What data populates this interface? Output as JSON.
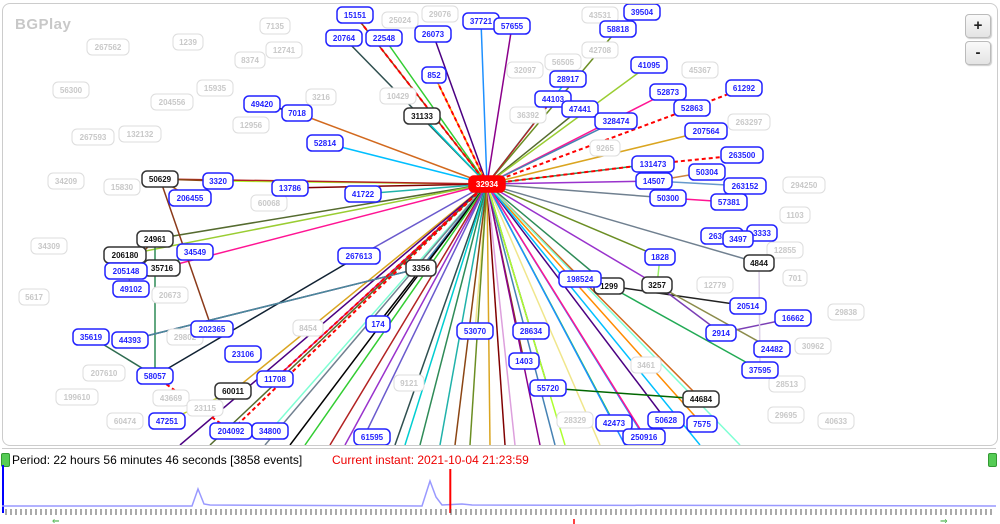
{
  "app": {
    "title": "BGPlay"
  },
  "controls": {
    "zoom_in": "+",
    "zoom_out": "-"
  },
  "graph": {
    "target": {
      "label": "32934",
      "color": "#ff0000"
    },
    "nodes": [
      {
        "label": "15151",
        "state": "active"
      },
      {
        "label": "20764",
        "state": "active"
      },
      {
        "label": "22548",
        "state": "active"
      },
      {
        "label": "26073",
        "state": "active"
      },
      {
        "label": "852",
        "state": "active"
      },
      {
        "label": "37721",
        "state": "active"
      },
      {
        "label": "57655",
        "state": "active"
      },
      {
        "label": "39504",
        "state": "active"
      },
      {
        "label": "58818",
        "state": "active"
      },
      {
        "label": "28917",
        "state": "active"
      },
      {
        "label": "44103",
        "state": "active"
      },
      {
        "label": "47441",
        "state": "active"
      },
      {
        "label": "41095",
        "state": "active"
      },
      {
        "label": "52873",
        "state": "active"
      },
      {
        "label": "52863",
        "state": "active"
      },
      {
        "label": "61292",
        "state": "active"
      },
      {
        "label": "328474",
        "state": "active"
      },
      {
        "label": "207564",
        "state": "active"
      },
      {
        "label": "263500",
        "state": "active"
      },
      {
        "label": "131473",
        "state": "active"
      },
      {
        "label": "14507",
        "state": "active"
      },
      {
        "label": "50304",
        "state": "active"
      },
      {
        "label": "263152",
        "state": "active"
      },
      {
        "label": "50300",
        "state": "active"
      },
      {
        "label": "57381",
        "state": "active"
      },
      {
        "label": "49420",
        "state": "active"
      },
      {
        "label": "7018",
        "state": "active"
      },
      {
        "label": "52814",
        "state": "active"
      },
      {
        "label": "3320",
        "state": "active"
      },
      {
        "label": "206455",
        "state": "active"
      },
      {
        "label": "13786",
        "state": "active"
      },
      {
        "label": "41722",
        "state": "active"
      },
      {
        "label": "205148",
        "state": "active"
      },
      {
        "label": "34549",
        "state": "active"
      },
      {
        "label": "49102",
        "state": "active"
      },
      {
        "label": "35619",
        "state": "active"
      },
      {
        "label": "44393",
        "state": "active"
      },
      {
        "label": "202365",
        "state": "active"
      },
      {
        "label": "58057",
        "state": "active"
      },
      {
        "label": "23106",
        "state": "active"
      },
      {
        "label": "267613",
        "state": "active"
      },
      {
        "label": "174",
        "state": "active"
      },
      {
        "label": "11708",
        "state": "active"
      },
      {
        "label": "47251",
        "state": "active"
      },
      {
        "label": "204092",
        "state": "active"
      },
      {
        "label": "34800",
        "state": "active"
      },
      {
        "label": "61595",
        "state": "active"
      },
      {
        "label": "53070",
        "state": "active"
      },
      {
        "label": "28634",
        "state": "active"
      },
      {
        "label": "1403",
        "state": "active"
      },
      {
        "label": "55720",
        "state": "active"
      },
      {
        "label": "42473",
        "state": "active"
      },
      {
        "label": "50628",
        "state": "active"
      },
      {
        "label": "7575",
        "state": "active"
      },
      {
        "label": "250916",
        "state": "active"
      },
      {
        "label": "198524",
        "state": "active"
      },
      {
        "label": "1828",
        "state": "active"
      },
      {
        "label": "2914",
        "state": "active"
      },
      {
        "label": "16662",
        "state": "active"
      },
      {
        "label": "24482",
        "state": "active"
      },
      {
        "label": "37595",
        "state": "active"
      },
      {
        "label": "20514",
        "state": "active"
      },
      {
        "label": "3333",
        "state": "active"
      },
      {
        "label": "263237",
        "state": "active"
      },
      {
        "label": "3497",
        "state": "active"
      },
      {
        "label": "31133",
        "state": "transit"
      },
      {
        "label": "50629",
        "state": "transit"
      },
      {
        "label": "24961",
        "state": "transit"
      },
      {
        "label": "206180",
        "state": "transit"
      },
      {
        "label": "35716",
        "state": "transit"
      },
      {
        "label": "3356",
        "state": "transit"
      },
      {
        "label": "60011",
        "state": "transit"
      },
      {
        "label": "1299",
        "state": "transit"
      },
      {
        "label": "3257",
        "state": "transit"
      },
      {
        "label": "4844",
        "state": "transit"
      },
      {
        "label": "44684",
        "state": "transit"
      },
      {
        "label": "7135",
        "state": "inactive"
      },
      {
        "label": "1239",
        "state": "inactive"
      },
      {
        "label": "267562",
        "state": "inactive"
      },
      {
        "label": "8374",
        "state": "inactive"
      },
      {
        "label": "12741",
        "state": "inactive"
      },
      {
        "label": "56300",
        "state": "inactive"
      },
      {
        "label": "15935",
        "state": "inactive"
      },
      {
        "label": "204556",
        "state": "inactive"
      },
      {
        "label": "3216",
        "state": "inactive"
      },
      {
        "label": "12956",
        "state": "inactive"
      },
      {
        "label": "267593",
        "state": "inactive"
      },
      {
        "label": "132132",
        "state": "inactive"
      },
      {
        "label": "34209",
        "state": "inactive"
      },
      {
        "label": "15830",
        "state": "inactive"
      },
      {
        "label": "60068",
        "state": "inactive"
      },
      {
        "label": "29076",
        "state": "inactive"
      },
      {
        "label": "25024",
        "state": "inactive"
      },
      {
        "label": "10429",
        "state": "inactive"
      },
      {
        "label": "43531",
        "state": "inactive"
      },
      {
        "label": "42708",
        "state": "inactive"
      },
      {
        "label": "32097",
        "state": "inactive"
      },
      {
        "label": "56505",
        "state": "inactive"
      },
      {
        "label": "45367",
        "state": "inactive"
      },
      {
        "label": "36392",
        "state": "inactive"
      },
      {
        "label": "263297",
        "state": "inactive"
      },
      {
        "label": "9265",
        "state": "inactive"
      },
      {
        "label": "294250",
        "state": "inactive"
      },
      {
        "label": "1103",
        "state": "inactive"
      },
      {
        "label": "12855",
        "state": "inactive"
      },
      {
        "label": "701",
        "state": "inactive"
      },
      {
        "label": "29838",
        "state": "inactive"
      },
      {
        "label": "30962",
        "state": "inactive"
      },
      {
        "label": "28513",
        "state": "inactive"
      },
      {
        "label": "29695",
        "state": "inactive"
      },
      {
        "label": "40633",
        "state": "inactive"
      },
      {
        "label": "34309",
        "state": "inactive"
      },
      {
        "label": "5617",
        "state": "inactive"
      },
      {
        "label": "207610",
        "state": "inactive"
      },
      {
        "label": "199610",
        "state": "inactive"
      },
      {
        "label": "43669",
        "state": "inactive"
      },
      {
        "label": "23115",
        "state": "inactive"
      },
      {
        "label": "60474",
        "state": "inactive"
      },
      {
        "label": "20673",
        "state": "inactive"
      },
      {
        "label": "29802",
        "state": "inactive"
      },
      {
        "label": "8454",
        "state": "inactive"
      },
      {
        "label": "28329",
        "state": "inactive"
      },
      {
        "label": "3461",
        "state": "inactive"
      },
      {
        "label": "12779",
        "state": "inactive"
      },
      {
        "label": "9121",
        "state": "inactive"
      }
    ]
  },
  "timeline": {
    "period": "Period: 22 hours 56 minutes 46 seconds [3858 events]",
    "current_instant": "Current instant: 2021-10-04 21:23:59",
    "cursor_fraction": 0.45,
    "colors": {
      "cursor": "#ff0000",
      "sparkline": "#9999ff",
      "start": "#0000ff"
    }
  }
}
